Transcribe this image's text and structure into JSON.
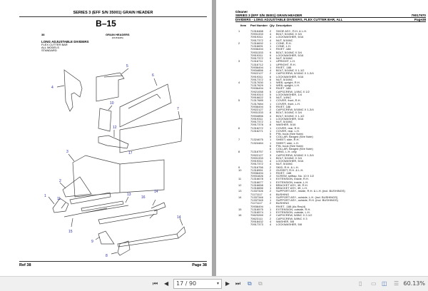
{
  "left_page": {
    "header": "SERIES 3 (EFF S/N 35001) GRAIN HEADER",
    "section": "B–15",
    "page_ref": "38",
    "group_title": "GRAIN HEADERS",
    "group_sub": "(DIVIDERS)",
    "desc_title": "LONG ADJUSTABLE DIVIDERS",
    "desc_lines": [
      "FLEX CUTTER BAR",
      "ALL MODELS",
      "STANDARD"
    ],
    "footer_ref": "Ref  38",
    "footer_page": "Page  38",
    "callouts": [
      "1",
      "2",
      "3",
      "4",
      "5",
      "6",
      "7",
      "8",
      "9",
      "10",
      "11",
      "12",
      "13",
      "14",
      "15",
      "16",
      "17"
    ]
  },
  "right_page": {
    "brand": "Gleaner",
    "title": "SERIES 3 (EFF S/N 35001) GRAIN HEADER",
    "doc_no": "79017970",
    "subtitle": "DIVIDERS - LONG ADJUSTABLE DIVIDERS, FLEX CUTTER BAR, ALL",
    "page": "Page38",
    "columns": [
      "Item",
      "Part Number",
      "Qty",
      "Description"
    ],
    "rows": [
      {
        "item": "1",
        "part": "71316488",
        "qty": "2",
        "desc": "SHOE ASY., R.H. & L.H."
      },
      {
        "item": "",
        "part": "70931333",
        "qty": "4",
        "desc": "BOLT, 5/16NC X 3/4"
      },
      {
        "item": "",
        "part": "70919311",
        "qty": "4",
        "desc": "LOCKWASHER, 5/16"
      },
      {
        "item": "",
        "part": "70917372",
        "qty": "4",
        "desc": "NUT, 5/16NC"
      },
      {
        "item": "2",
        "part": "71316692",
        "qty": "1",
        "desc": "CONE, R.H."
      },
      {
        "item": "",
        "part": "71316691",
        "qty": "1",
        "desc": "CONE, L.H."
      },
      {
        "item": "",
        "part": "70936494",
        "qty": "1",
        "desc": "RIVET .188"
      },
      {
        "item": "",
        "part": "70931333",
        "qty": "9",
        "desc": "BOLT, 5/16NC X 3/4"
      },
      {
        "item": "",
        "part": "70919311",
        "qty": "9",
        "desc": "LOCKWASHER, 5/16"
      },
      {
        "item": "",
        "part": "70917372",
        "qty": "9",
        "desc": "NUT, 5/16NC"
      },
      {
        "item": "3",
        "part": "71316711",
        "qty": "1",
        "desc": "UPRIGHT, L.H."
      },
      {
        "item": "",
        "part": "71316712",
        "qty": "1",
        "desc": "UPRIGHT, R.H."
      },
      {
        "item": "",
        "part": "70936494",
        "qty": "1",
        "desc": "RIVET, .188"
      },
      {
        "item": "",
        "part": "70934856",
        "qty": "4",
        "desc": "BOLT, 5/16NC X 1-1/2"
      },
      {
        "item": "",
        "part": "70922127",
        "qty": "2",
        "desc": "CAPSCREW, 5/16NC X 1-3/4"
      },
      {
        "item": "",
        "part": "70919311",
        "qty": "6",
        "desc": "LOCKWASHER, 5/16"
      },
      {
        "item": "",
        "part": "70917372",
        "qty": "6",
        "desc": "NUT, 5/16NC"
      },
      {
        "item": "4",
        "part": "71317630",
        "qty": "1",
        "desc": "WEB, upright, R.H."
      },
      {
        "item": "",
        "part": "71317629",
        "qty": "1",
        "desc": "WEB, upright, L.H."
      },
      {
        "item": "",
        "part": "70936494",
        "qty": "9",
        "desc": "RIVET .188"
      },
      {
        "item": "",
        "part": "70921058",
        "qty": "5",
        "desc": "CAPSCREW, 1/4NC X 1/2"
      },
      {
        "item": "",
        "part": "70919310",
        "qty": "5",
        "desc": "LOCKWASHER, 1/4"
      },
      {
        "item": "",
        "part": "70916622",
        "qty": "5",
        "desc": "NUT, 1/4NC"
      },
      {
        "item": "5",
        "part": "71317685",
        "qty": "1",
        "desc": "COVER, front, R.H."
      },
      {
        "item": "",
        "part": "71317684",
        "qty": "1",
        "desc": "COVER, front, L.H."
      },
      {
        "item": "",
        "part": "70936494",
        "qty": "5",
        "desc": "RIVET, 188"
      },
      {
        "item": "",
        "part": "70922127",
        "qty": "2",
        "desc": "CAPSCREW, 5/16NC X 1-3/4"
      },
      {
        "item": "",
        "part": "70931333",
        "qty": "8",
        "desc": "BOLT, 5/16NC X 3/4"
      },
      {
        "item": "",
        "part": "70934856",
        "qty": "4",
        "desc": "BOLT, 5/16NC X 1-1/2"
      },
      {
        "item": "",
        "part": "70919311",
        "qty": "1",
        "desc": "LOCKWASHER, 5/16"
      },
      {
        "item": "",
        "part": "70917372",
        "qty": "1",
        "desc": "NUT, 5/16NC"
      },
      {
        "item": "",
        "part": "70917378",
        "qty": "8",
        "desc": "WASHER, 5/16"
      },
      {
        "item": "6",
        "part": "71316272",
        "qty": "1",
        "desc": "COVER, rear, R.H."
      },
      {
        "item": "",
        "part": "71316271",
        "qty": "1",
        "desc": "COVER, rear, L.H."
      },
      {
        "item": "",
        "part": "",
        "qty": "5",
        "desc": "PIN, hook (See Note)"
      },
      {
        "item": "",
        "part": "",
        "qty": "5",
        "desc": "COLLAR, flanged (See Note)"
      },
      {
        "item": "7",
        "part": "71324675",
        "qty": "1",
        "desc": "SHEET, side, R.H."
      },
      {
        "item": "",
        "part": "71324484",
        "qty": "1",
        "desc": "SHEET, side, L.H."
      },
      {
        "item": "",
        "part": "",
        "qty": "6",
        "desc": "PIN, hook (See Note)"
      },
      {
        "item": "",
        "part": "",
        "qty": "6",
        "desc": "COLLAR, flanged (See Note)"
      },
      {
        "item": "8",
        "part": "71316757",
        "qty": "1",
        "desc": "WING, L.H. only"
      },
      {
        "item": "",
        "part": "70922127",
        "qty": "3",
        "desc": "CAPSCREW, 5/16NC X 1-3/4"
      },
      {
        "item": "",
        "part": "70931333",
        "qty": "1",
        "desc": "BOLT, 5/16NC X 3/4"
      },
      {
        "item": "",
        "part": "70919311",
        "qty": "4",
        "desc": "LOCKWASHER, 5/16"
      },
      {
        "item": "",
        "part": "70917372",
        "qty": "4",
        "desc": "NUT, 5/16NC"
      },
      {
        "item": "9",
        "part": "71316756",
        "qty": "2",
        "desc": "SKID, R.H. & L.H."
      },
      {
        "item": "10",
        "part": "71318951",
        "qty": "2",
        "desc": "GUSSET, R.H. & L.H."
      },
      {
        "item": "",
        "part": "70936494",
        "qty": "1",
        "desc": "RIVET, .188"
      },
      {
        "item": "",
        "part": "70931826",
        "qty": "2",
        "desc": "SCREW, selftap, No. 10 X 1/2"
      },
      {
        "item": "11",
        "part": "71316678",
        "qty": "1",
        "desc": "EXTENSION, inside, R.H."
      },
      {
        "item": "",
        "part": "71316677",
        "qty": "1",
        "desc": "EXTENSION, inside, L.H."
      },
      {
        "item": "12",
        "part": "71316658",
        "qty": "1",
        "desc": "BRACKET ASY., lift, R.H."
      },
      {
        "item": "",
        "part": "71316656",
        "qty": "1",
        "desc": "BRACKET ASY., lift, L.H."
      },
      {
        "item": "13",
        "part": "71337326",
        "qty": "2",
        "desc": "SUPPORT ASY., inside, R.H. & L.H. (incl. BUSHINGS)"
      },
      {
        "item": "",
        "part": "71171117",
        "qty": "4",
        "desc": "BUSHING"
      },
      {
        "item": "14",
        "part": "71337346",
        "qty": "1",
        "desc": "SUPPORT ASY., outside, L.H. (incl. BUSHINGS)"
      },
      {
        "item": "",
        "part": "71337345",
        "qty": "1",
        "desc": "SUPPORT ASY., outside, R.H. (incl. BUSHINGS)"
      },
      {
        "item": "",
        "part": "71171117",
        "qty": "2",
        "desc": "BUSHING"
      },
      {
        "item": "",
        "part": "70936494",
        "qty": "-",
        "desc": "RIVET, .188 (As Req'd)"
      },
      {
        "item": "15",
        "part": "71316575",
        "qty": "1",
        "desc": "EXTENSION, outside, R.H."
      },
      {
        "item": "",
        "part": "71316574",
        "qty": "1",
        "desc": "EXTENSION, outside, L.H."
      },
      {
        "item": "16",
        "part": "70623269",
        "qty": "2",
        "desc": "CAPSCREW, 5/8NC X 2-1/2"
      },
      {
        "item": "",
        "part": "70623111",
        "qty": "2",
        "desc": "CAPSCREW, 5/8NC X 3"
      },
      {
        "item": "",
        "part": "70918432",
        "qty": "4",
        "desc": "WASHER, 5/8"
      },
      {
        "item": "",
        "part": "70917373",
        "qty": "4",
        "desc": "LOCKWASHER, 5/8"
      }
    ]
  },
  "toolbar": {
    "first_page": "⏮",
    "prev_page": "◀",
    "page_value": "17 / 90",
    "next_page": "▶",
    "last_page": "⏭",
    "zoom": "60.13%"
  }
}
